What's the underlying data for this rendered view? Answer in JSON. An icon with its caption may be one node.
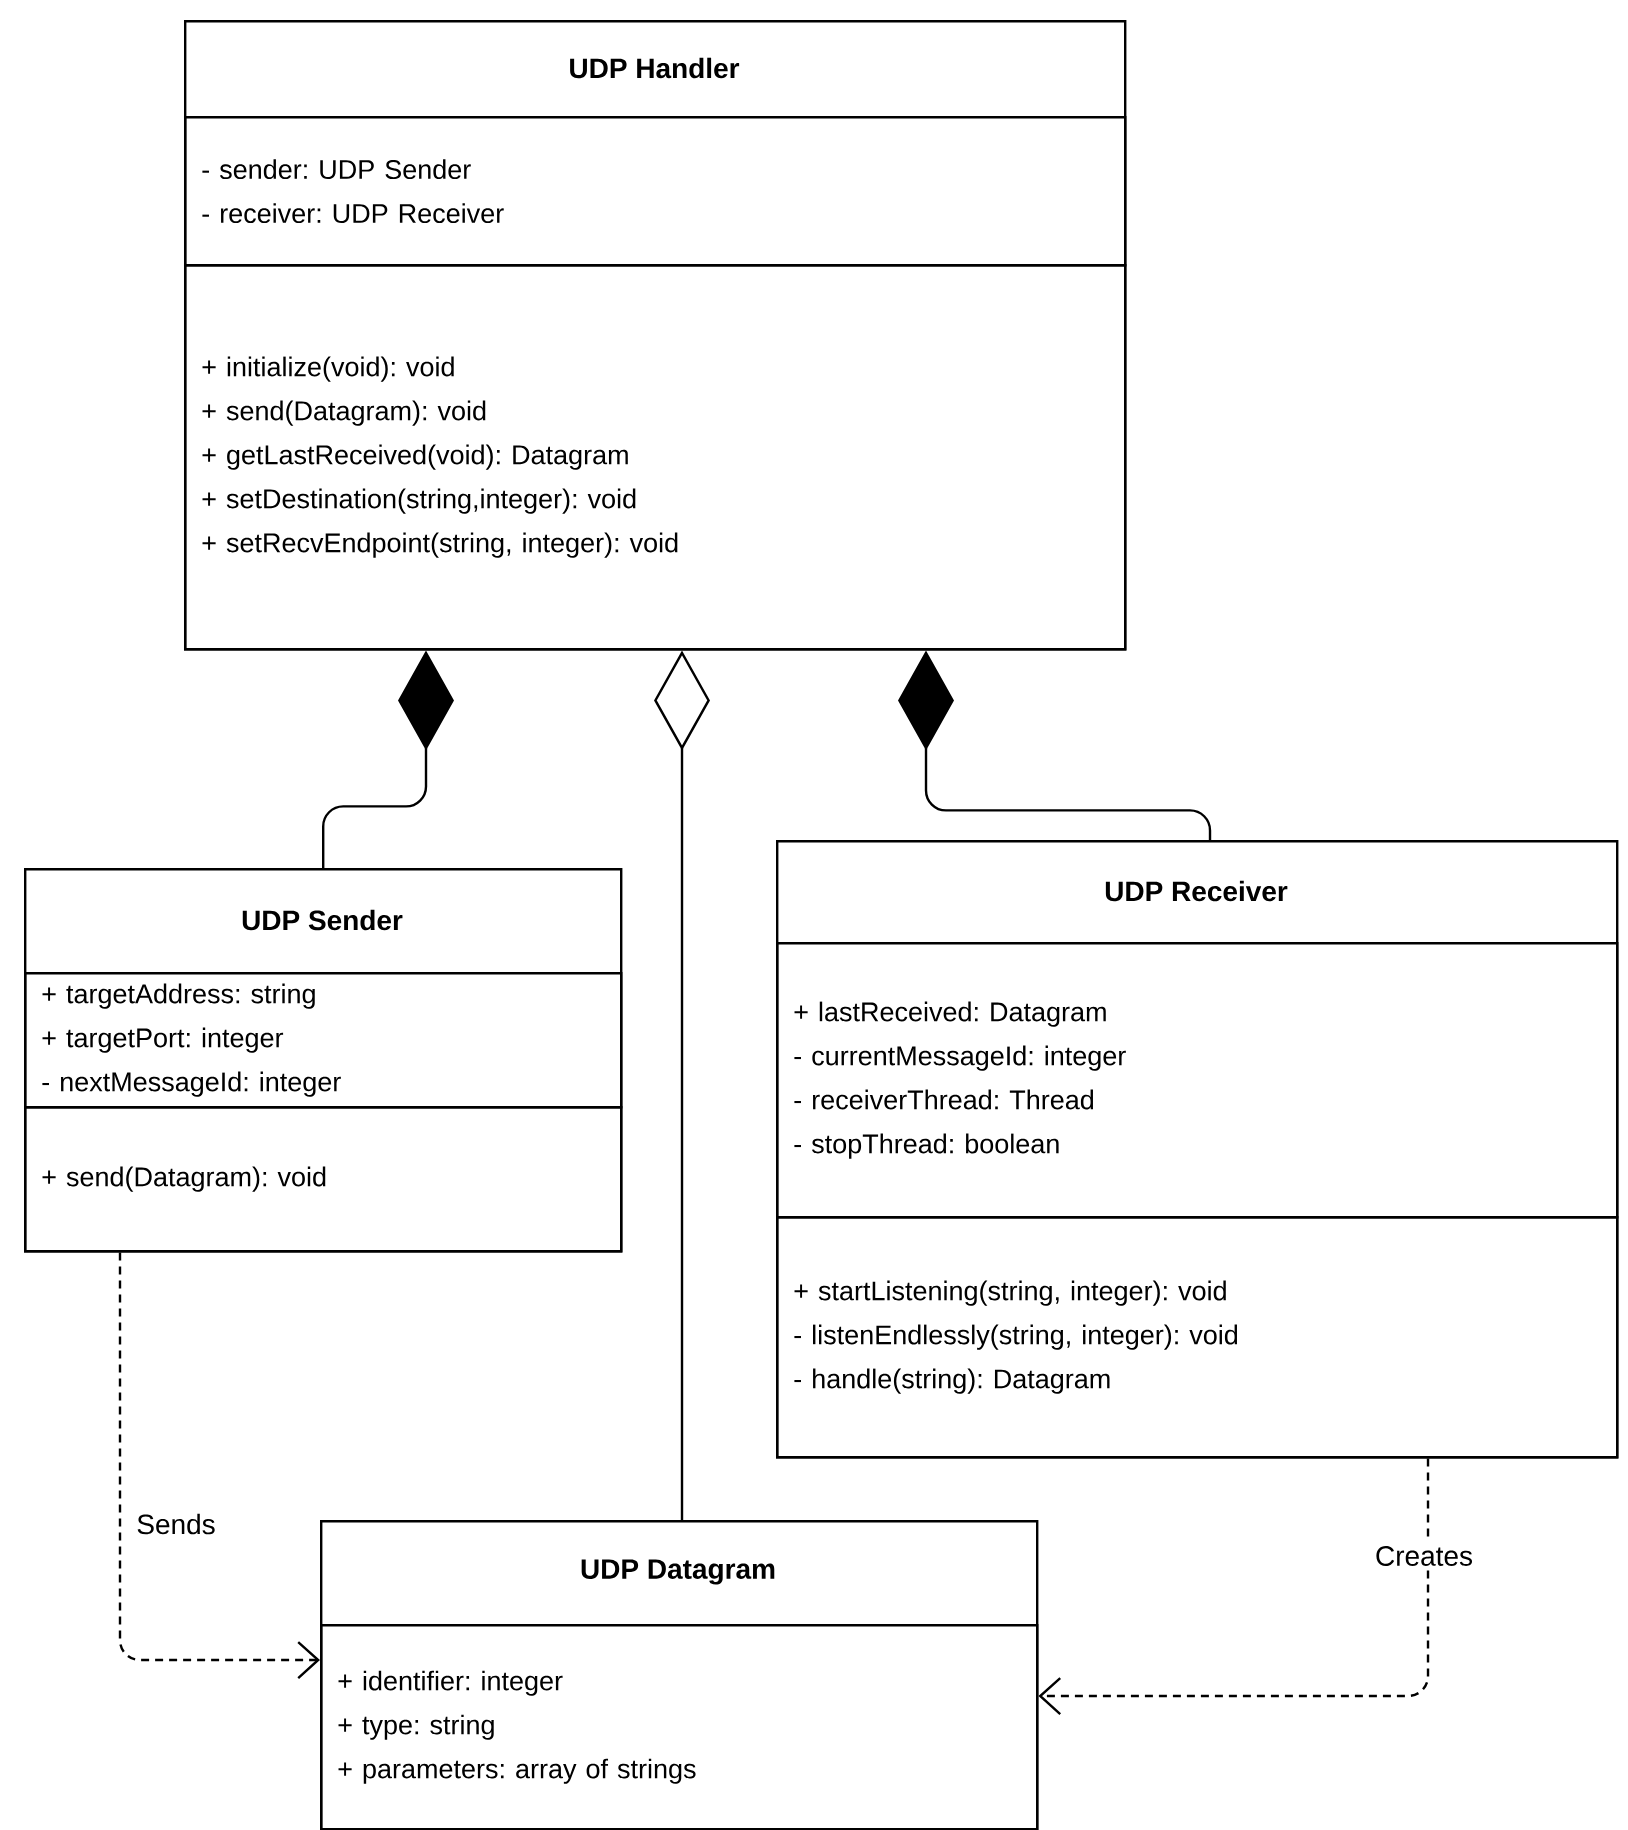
{
  "diagram": {
    "nodes": [
      {
        "text": [
          "UDP Handler"
        ]
      },
      {
        "text": [
          "- sender: UDP Sender",
          "- receiver: UDP Receiver"
        ],
        "in": 0
      },
      {
        "text": [
          "+ initialize(void): void",
          "+ send(Datagram): void",
          "+ getLastReceived(void): Datagram",
          "+ setDestination(string,integer): void",
          "+ setRecvEndpoint(string, integer): void"
        ],
        "in": 0
      },
      {
        "text": [
          "UDP Sender"
        ]
      },
      {
        "text": [
          "+ targetAddress: string",
          "+ targetPort: integer",
          "- nextMessageId: integer"
        ],
        "in": 3
      },
      {
        "text": [
          "+ send(Datagram): void"
        ],
        "in": 3
      },
      {
        "text": [
          "UDP Receiver"
        ]
      },
      {
        "text": [
          "+ lastReceived: Datagram",
          "- currentMessageId: integer",
          "- receiverThread: Thread",
          "- stopThread: boolean"
        ],
        "in": 6
      },
      {
        "text": [
          "+ startListening(string, integer): void",
          "- listenEndlessly(string, integer): void",
          "- handle(string): Datagram"
        ],
        "in": 6
      },
      {
        "text": [
          "UDP Datagram"
        ]
      },
      {
        "text": [
          "+ identifier: integer",
          "+ type: string",
          "+ parameters: array of strings"
        ],
        "in": 9
      }
    ],
    "edges": [
      {
        "from": 0,
        "to": 3,
        "arrow": "other"
      },
      {
        "from": 0,
        "to": 9,
        "arrow": "other"
      },
      {
        "from": 0,
        "to": 6,
        "arrow": "other"
      },
      {
        "from": 3,
        "to": 9,
        "arrow": "to",
        "style": "dashed",
        "label": "Sends"
      },
      {
        "from": 6,
        "to": 9,
        "arrow": "to",
        "style": "dashed",
        "label": "Creates"
      }
    ]
  }
}
